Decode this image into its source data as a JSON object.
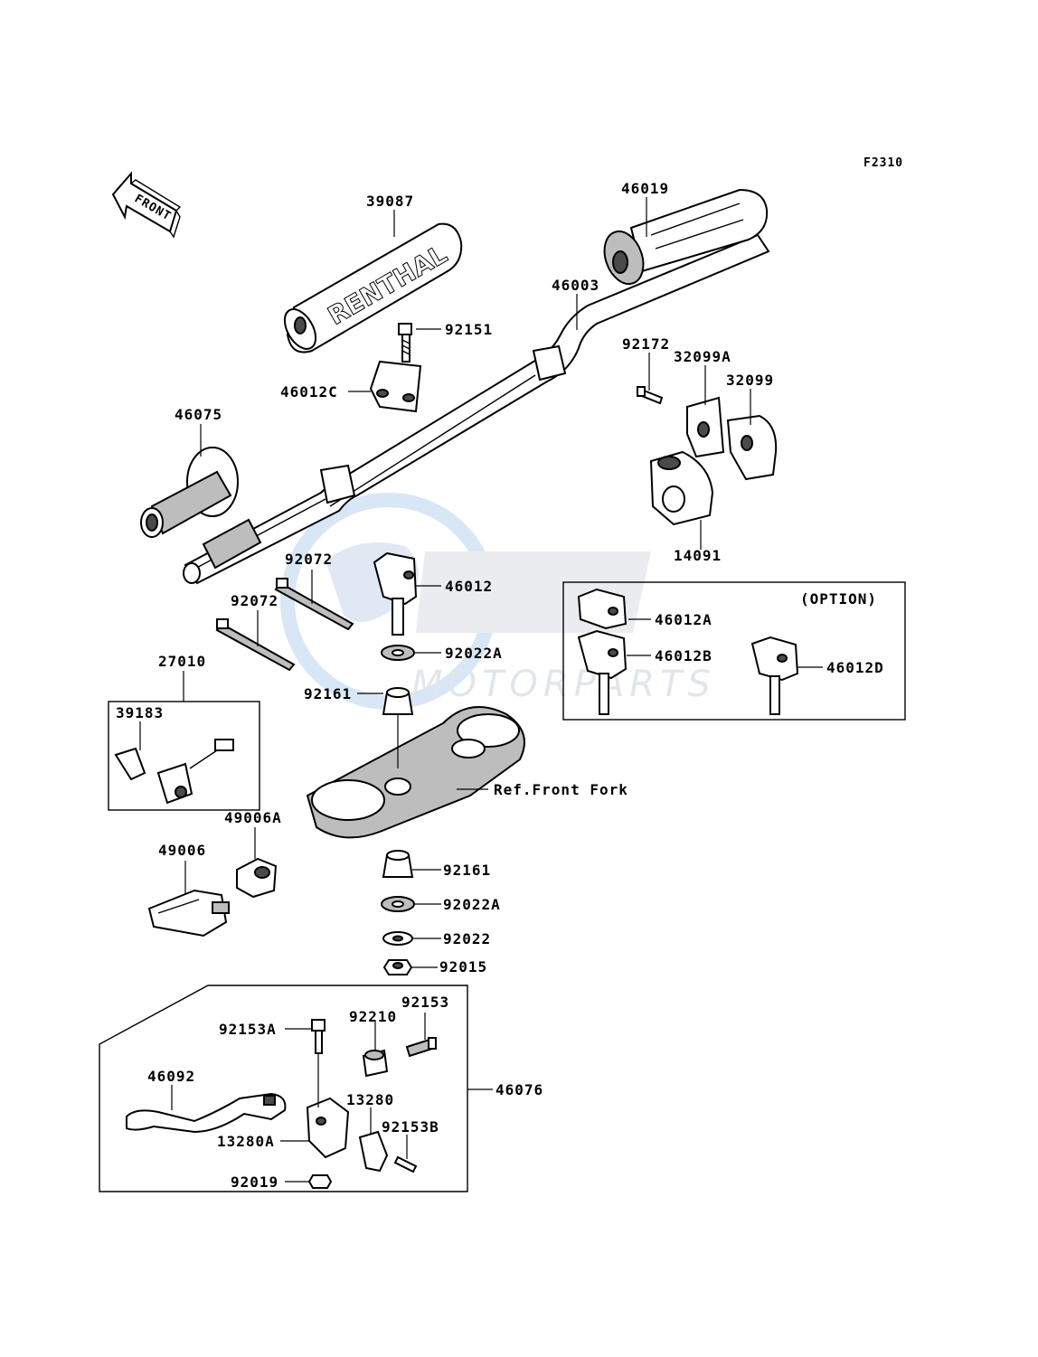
{
  "diagram": {
    "figure_code": "F2310",
    "front_arrow": "FRONT",
    "watermark": "MOTORPARTS",
    "option_label": "(OPTION)",
    "ref_label": "Ref.Front Fork",
    "labels": {
      "p39087": "39087",
      "p46019": "46019",
      "p46003": "46003",
      "p92151": "92151",
      "p46012C": "46012C",
      "p92172": "92172",
      "p32099A": "32099A",
      "p32099": "32099",
      "p46075": "46075",
      "p14091": "14091",
      "p92072a": "92072",
      "p92072b": "92072",
      "p46012": "46012",
      "p92022A_top": "92022A",
      "p46012A": "46012A",
      "p46012B": "46012B",
      "p46012D": "46012D",
      "p27010": "27010",
      "p39183": "39183",
      "p92161_top": "92161",
      "p49006A": "49006A",
      "p49006": "49006",
      "p92161_bot": "92161",
      "p92022A_bot": "92022A",
      "p92022": "92022",
      "p92015": "92015",
      "p92153": "92153",
      "p92153A": "92153A",
      "p92210": "92210",
      "p46092": "46092",
      "p46076": "46076",
      "p13280": "13280",
      "p92153B": "92153B",
      "p13280A": "13280A",
      "p92019": "92019"
    }
  }
}
